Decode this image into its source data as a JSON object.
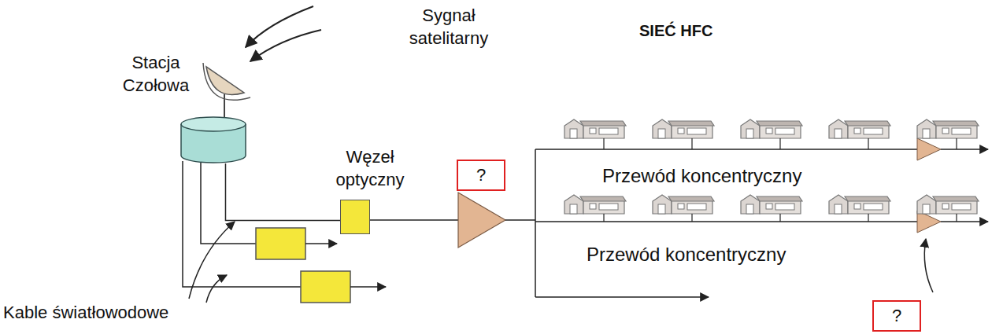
{
  "diagram": {
    "nodes": [
      {
        "text": [
          "Stacja Czołowa"
        ]
      },
      {
        "text": [
          "Węzeł optyczny"
        ]
      },
      {
        "text": [
          "?"
        ]
      },
      {
        "text": [
          "?"
        ]
      }
    ],
    "edges": [
      {
        "from": 0,
        "to": 1,
        "arrow": "none"
      }
    ],
    "labels": [
      "Sygnał satelitarny",
      "SIEĆ HFC",
      "Przewód koncentryczny",
      "Przewód koncentryczny",
      "Kable światłowodowe"
    ]
  }
}
